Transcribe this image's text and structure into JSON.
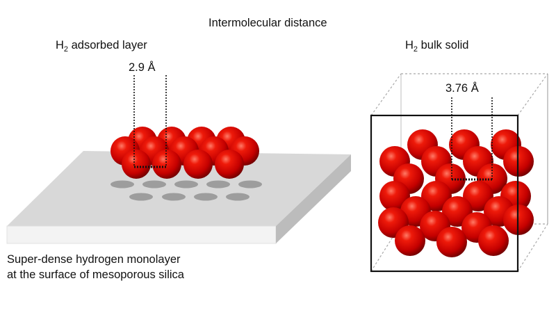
{
  "header": {
    "title": "Intermolecular distance"
  },
  "left_panel": {
    "heading_main": "H",
    "heading_sub": "2",
    "heading_rest": " adsorbed layer",
    "distance_label": "2.9 Å",
    "caption_line1": "Super-dense hydrogen monolayer",
    "caption_line2": "at the surface of mesoporous silica"
  },
  "right_panel": {
    "heading_main": "H",
    "heading_sub": "2",
    "heading_rest": " bulk solid",
    "distance_label": "3.76 Å"
  },
  "colors": {
    "sphere": "#d10000",
    "sphere_highlight": "#ff6a55",
    "sphere_shadow": "#6e0000",
    "slab_top": "#d9d9d9",
    "slab_front": "#f2f2f2",
    "slab_side": "#bdbdbd",
    "shadow_ellipse": "#9a9a9a",
    "cube_front": "#111111",
    "cube_back": "#9a9a9a"
  }
}
